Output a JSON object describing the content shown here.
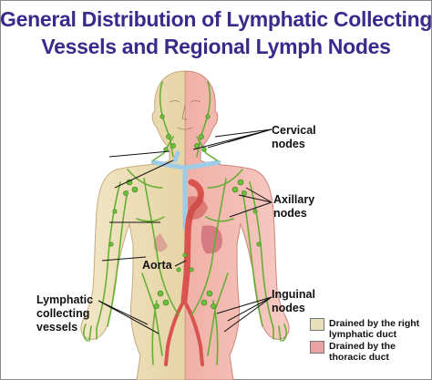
{
  "title": {
    "line1": "General Distribution of Lymphatic Collecting",
    "line2": "Vessels and Regional Lymph Nodes"
  },
  "labels": {
    "cervical_1": "Cervical",
    "cervical_2": "nodes",
    "axillary_1": "Axillary",
    "axillary_2": "nodes",
    "aorta": "Aorta",
    "inguinal_1": "Inguinal",
    "inguinal_2": "nodes",
    "lymphatic_1": "Lymphatic",
    "lymphatic_2": "collecting",
    "lymphatic_3": "vessels"
  },
  "legend": [
    {
      "text": "Drained by the right\nlymphatic duct",
      "color": "#e8dfb8"
    },
    {
      "text": "Drained by the\nthoracic duct",
      "color": "#e9a3a3"
    }
  ],
  "colors": {
    "title": "#3a2a8c",
    "right_region": "#ecdfb9",
    "left_region": "#f2b4ad",
    "skin_outline": "#c9867a",
    "lymph_vessel": "#5fae2e",
    "aorta": "#d9534f",
    "duct": "#9ecbe6"
  }
}
